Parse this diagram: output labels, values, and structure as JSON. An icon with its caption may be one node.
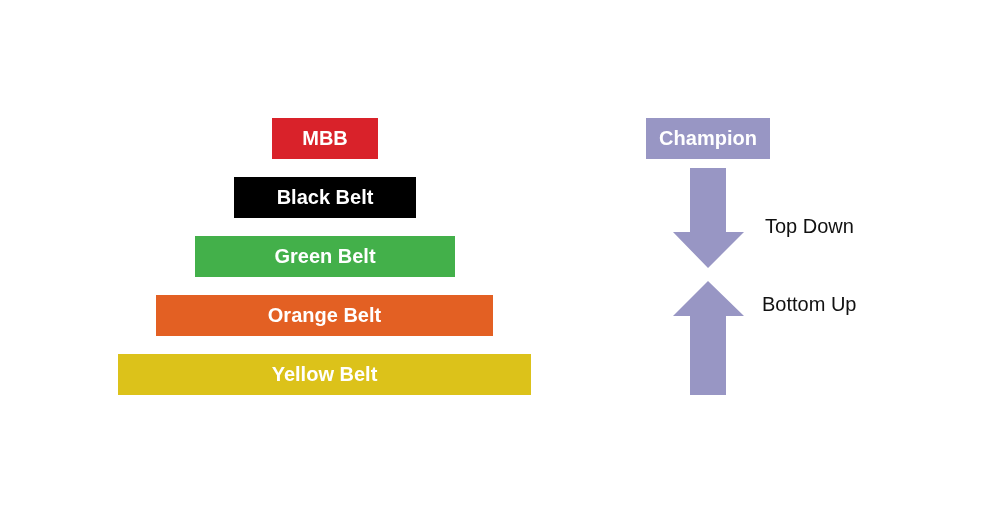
{
  "diagram": {
    "nodes": [
      {
        "text": [
          "MBB"
        ]
      },
      {
        "text": [
          "Black Belt"
        ]
      },
      {
        "text": [
          "Green Belt"
        ]
      },
      {
        "text": [
          "Orange Belt"
        ]
      },
      {
        "text": [
          "Yellow Belt"
        ]
      },
      {
        "text": [
          "Champion"
        ]
      }
    ],
    "labels": [
      "Top Down",
      "Bottom Up"
    ]
  }
}
